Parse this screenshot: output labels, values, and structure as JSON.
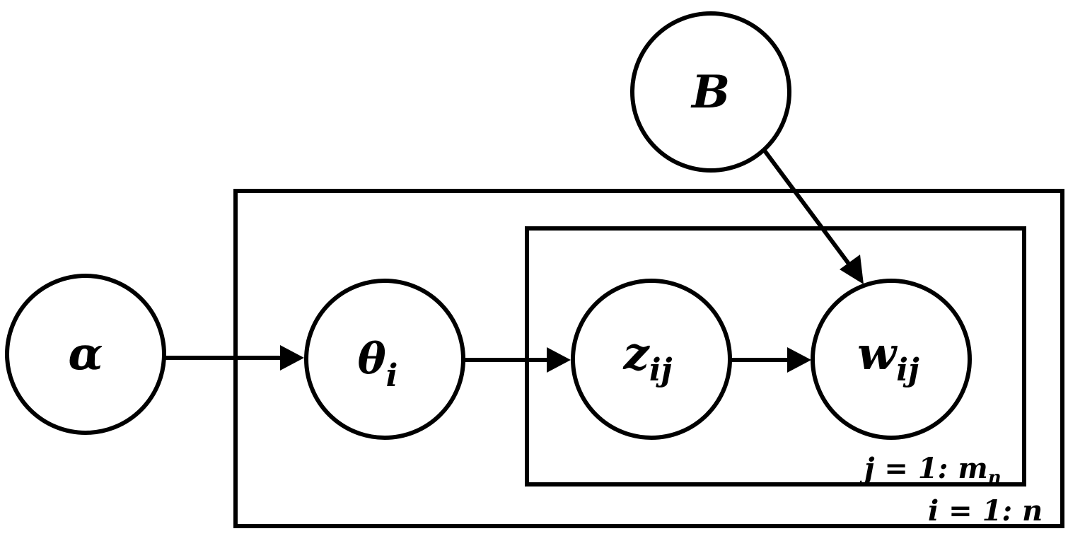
{
  "diagram": {
    "nodes": {
      "alpha": {
        "label": "α",
        "sub": ""
      },
      "theta": {
        "label": "θ",
        "sub": "i"
      },
      "z": {
        "label": "z",
        "sub": "ij"
      },
      "w": {
        "label": "w",
        "sub": "ij"
      },
      "B": {
        "label": "B",
        "sub": ""
      }
    },
    "plates": {
      "outer": {
        "label": "i = 1: n"
      },
      "inner": {
        "label": "j = 1: m",
        "sub": "n"
      }
    },
    "edges": [
      {
        "from": "alpha",
        "to": "theta"
      },
      {
        "from": "theta",
        "to": "z"
      },
      {
        "from": "z",
        "to": "w"
      },
      {
        "from": "B",
        "to": "w"
      }
    ],
    "colors": {
      "stroke": "#000000",
      "background": "#ffffff"
    }
  }
}
